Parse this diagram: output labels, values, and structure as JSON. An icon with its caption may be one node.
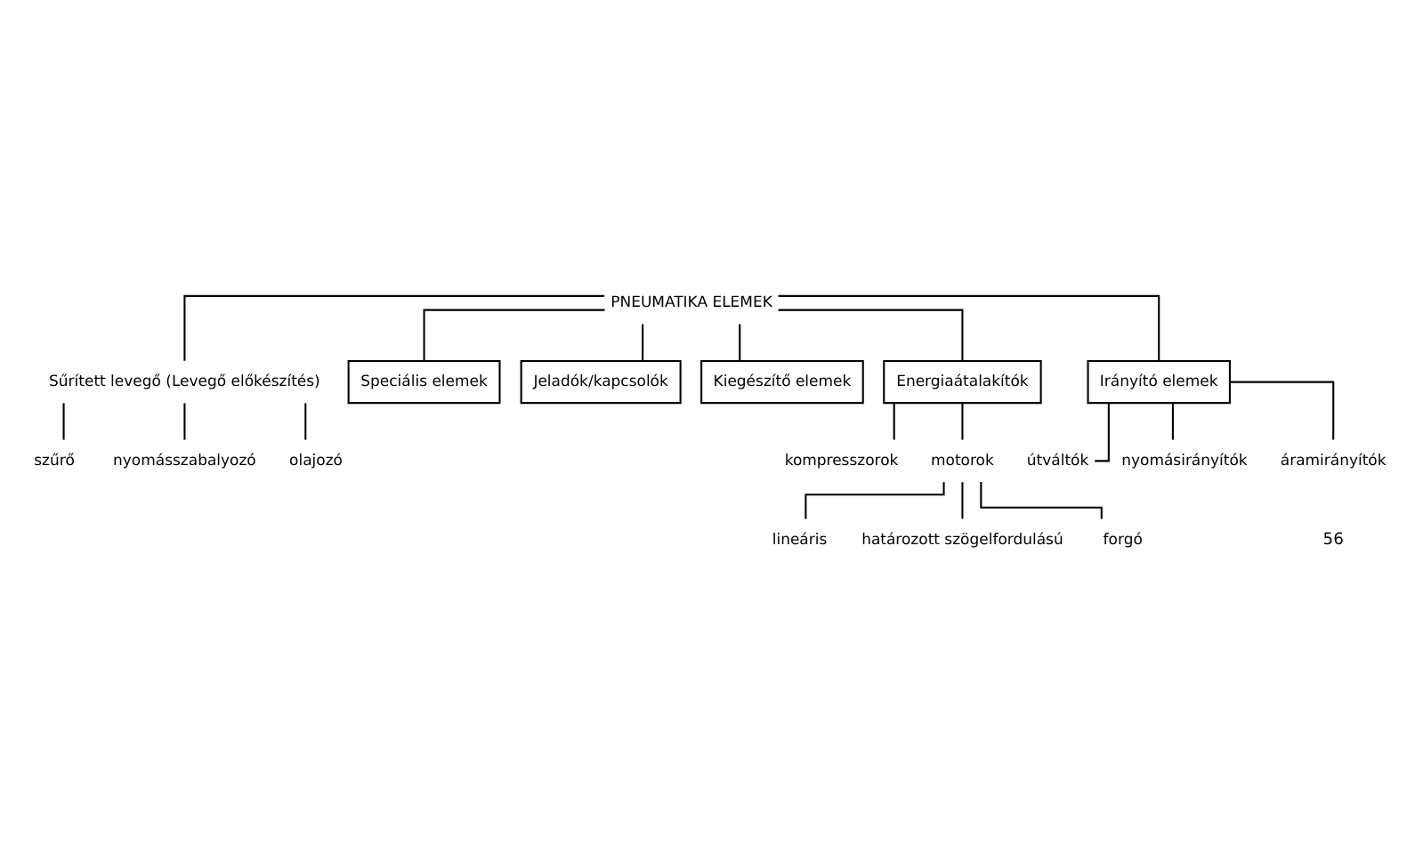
{
  "diagram": {
    "nodes": [
      {
        "text": [
          "PNEUMATIKA ELEMEK"
        ]
      },
      {
        "text": [
          "Sűrített levegő (Levegő előkészítés)"
        ]
      },
      {
        "text": [
          "Speciális elemek"
        ]
      },
      {
        "text": [
          "Jeladók/kapcsolók"
        ]
      },
      {
        "text": [
          "Kiegészítő elemek"
        ]
      },
      {
        "text": [
          "szűrő"
        ]
      },
      {
        "text": [
          "nyomásszabalyozó"
        ]
      },
      {
        "text": [
          "olajozó"
        ]
      },
      {
        "text": [
          "Energiaátalakítók"
        ]
      },
      {
        "text": [
          "Irányító elemek"
        ]
      },
      {
        "text": [
          "kompresszorok"
        ]
      },
      {
        "text": [
          "motorok"
        ]
      },
      {
        "text": [
          "lineáris"
        ]
      },
      {
        "text": [
          "határozott szögelfordulású"
        ]
      },
      {
        "text": [
          "forgó"
        ]
      },
      {
        "text": [
          "útváltók"
        ]
      },
      {
        "text": [
          "nyomásirányítók"
        ]
      },
      {
        "text": [
          "áramirányítók"
        ]
      }
    ],
    "edges": [
      {
        "from": 0,
        "to": 1,
        "arrow": "none"
      },
      {
        "from": 0,
        "to": 8,
        "arrow": "none"
      },
      {
        "from": 0,
        "to": 9,
        "arrow": "none"
      },
      {
        "from": 0,
        "to": 2,
        "arrow": "none"
      },
      {
        "from": 0,
        "to": 4,
        "arrow": "none"
      },
      {
        "from": 0,
        "to": 3,
        "arrow": "none"
      },
      {
        "from": 1,
        "to": 5,
        "arrow": "none"
      },
      {
        "from": 1,
        "to": 6,
        "arrow": "none"
      },
      {
        "from": 1,
        "to": 7,
        "arrow": "none"
      },
      {
        "from": 8,
        "to": 10,
        "arrow": "none"
      },
      {
        "from": 8,
        "to": 11,
        "arrow": "none"
      },
      {
        "from": 11,
        "to": 12,
        "arrow": "none"
      },
      {
        "from": 11,
        "to": 13,
        "arrow": "none"
      },
      {
        "from": 11,
        "to": 14,
        "arrow": "none"
      },
      {
        "from": 9,
        "to": 15,
        "arrow": "none"
      },
      {
        "from": 9,
        "to": 16,
        "arrow": "none"
      },
      {
        "from": 9,
        "to": 17,
        "arrow": "none"
      }
    ],
    "labels": [
      "56"
    ]
  }
}
